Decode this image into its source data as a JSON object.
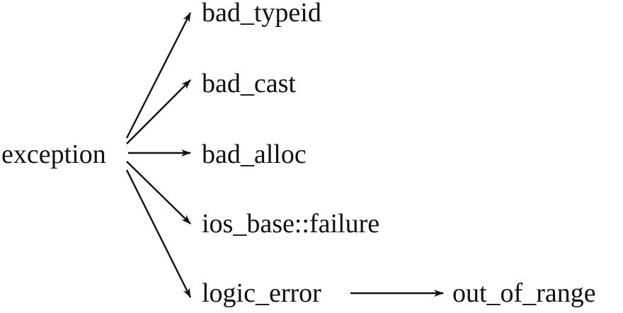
{
  "diagram": {
    "nodes": {
      "exception": "exception",
      "bad_typeid": "bad_typeid",
      "bad_cast": "bad_cast",
      "bad_alloc": "bad_alloc",
      "ios_base_failure": "ios_base::failure",
      "logic_error": "logic_error",
      "out_of_range": "out_of_range"
    },
    "edges": [
      {
        "from": "exception",
        "to": "bad_typeid"
      },
      {
        "from": "exception",
        "to": "bad_cast"
      },
      {
        "from": "exception",
        "to": "bad_alloc"
      },
      {
        "from": "exception",
        "to": "ios_base_failure"
      },
      {
        "from": "exception",
        "to": "logic_error"
      },
      {
        "from": "logic_error",
        "to": "out_of_range"
      }
    ]
  }
}
